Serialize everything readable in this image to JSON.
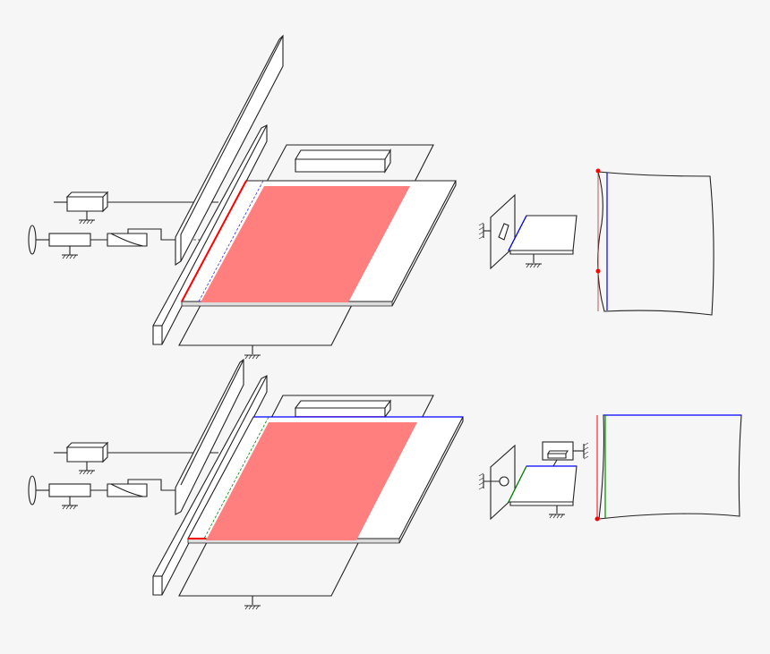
{
  "colors": {
    "background": "#f6f6f6",
    "highlight_area": "#ff7f7f",
    "red_edge": "#ff0000",
    "blue_edge": "#0000ff",
    "green_edge": "#008000",
    "line": "#222222"
  },
  "panels": [
    {
      "id": "top",
      "edges": [
        "red-left-edge",
        "blue-dashed-edge"
      ]
    },
    {
      "id": "bottom",
      "edges": [
        "blue-top-edge",
        "green-dashed-edge"
      ]
    }
  ]
}
